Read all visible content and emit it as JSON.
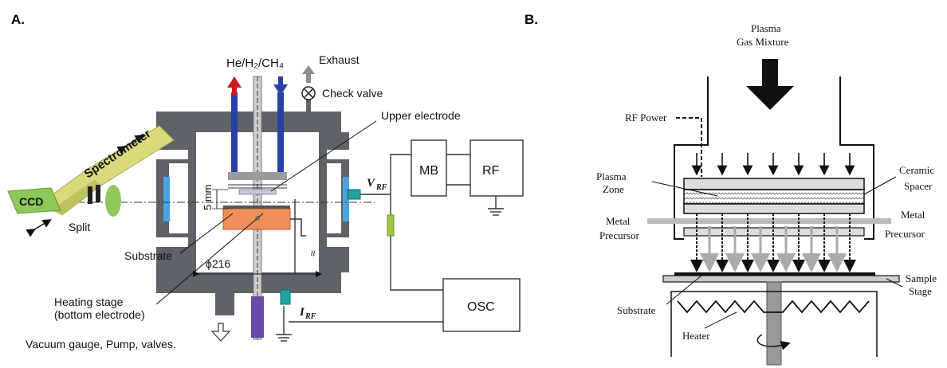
{
  "panel_a": {
    "label": "A.",
    "gas": "He/H₂/CH₄",
    "exhaust": "Exhaust",
    "check_valve": "Check valve",
    "upper_electrode": "Upper electrode",
    "spectrometer": "Spectrometer",
    "ccd": "CCD",
    "split": "Split",
    "gap": "5 mm",
    "v_rf": "V",
    "v_rf_sub": "RF",
    "i_rf": "I",
    "i_rf_sub": "RF",
    "mb": "MB",
    "rf": "RF",
    "osc": "OSC",
    "substrate": "Substrate",
    "diameter": "ϕ216",
    "heating_stage_1": "Heating stage",
    "heating_stage_2": "(bottom electrode)",
    "vacuum": "Vacuum gauge, Pump, valves.",
    "approx": "≈"
  },
  "panel_b": {
    "label": "B.",
    "plasma": "Plasma",
    "gas_mixture": "Gas Mixture",
    "rf_power": "RF Power",
    "plasma_zone_1": "Plasma",
    "plasma_zone_2": "Zone",
    "ceramic_1": "Ceramic",
    "ceramic_2": "Spacer",
    "metal_l1": "Metal",
    "metal_l2": "Precursor",
    "metal_r1": "Metal",
    "metal_r2": "Precursor",
    "sample_1": "Sample",
    "sample_2": "Stage",
    "substrate": "Substrate",
    "heater": "Heater"
  },
  "colors": {
    "chamber": "#5f6266",
    "chamber_light": "#8a8d91",
    "gas_in": "#2b3fa8",
    "gas_out": "#d11b1b",
    "substrate": "#f08f5a",
    "window": "#4aa3df",
    "cable": "#1fa3a3",
    "spectrometer": "#d8d97a",
    "ccd": "#8fc85a",
    "resistor": "#9fc84a",
    "feedthrough": "#6a4aa8"
  },
  "icons": [
    "check-valve-icon",
    "gas-out-arrow-icon",
    "gas-in-arrow-icon",
    "exhaust-arrow-icon",
    "pump-arrow-icon",
    "ground-icon",
    "rotation-arrow-icon",
    "plasma-flow-arrow-icon"
  ]
}
